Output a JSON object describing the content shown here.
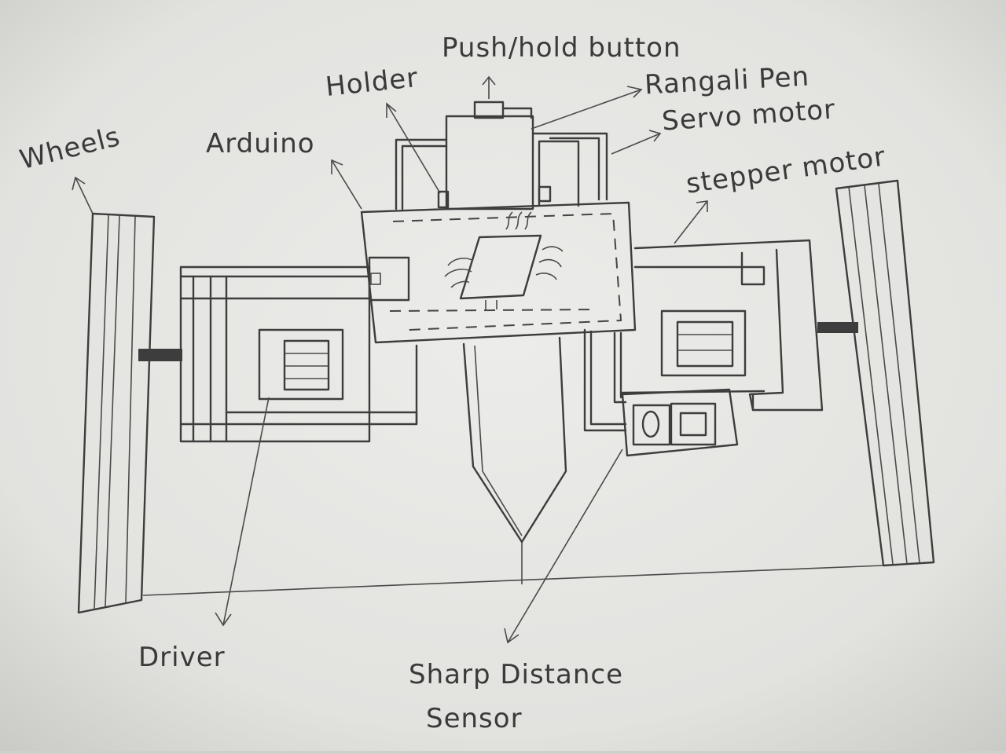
{
  "labels": {
    "push_hold_button": "Push/hold button",
    "holder": "Holder",
    "rangali_pen": "Rangali Pen",
    "servo_motor": "Servo motor",
    "wheels": "Wheels",
    "arduino": "Arduino",
    "stepper_motor": "stepper motor",
    "driver": "Driver",
    "sharp_distance_sensor_line1": "Sharp Distance",
    "sharp_distance_sensor_line2": "Sensor"
  },
  "colors": {
    "paper": "#e6e6e3",
    "ink": "#3d3d3d"
  }
}
